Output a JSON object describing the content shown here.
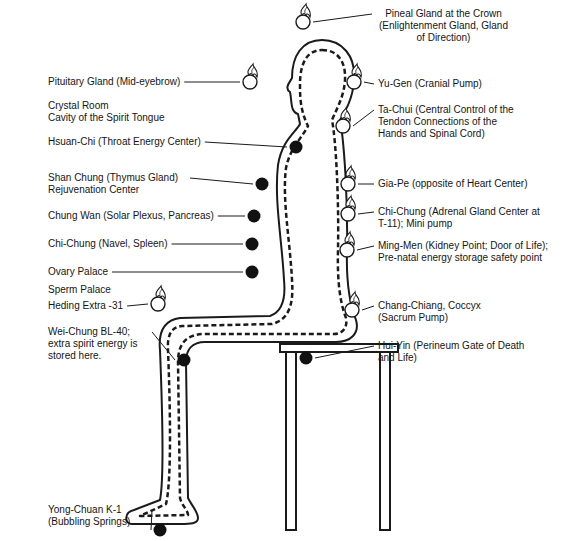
{
  "diagram": {
    "labels": [
      "Pituitary Gland (Mid-eyebrow)",
      "Crystal Room",
      "Cavity of the Spirit Tongue",
      "Hsuan-Chi (Throat Energy Center)",
      "Shan Chung (Thymus Gland) Rejuvenation Center",
      "Chung Wan (Solar Plexus, Pancreas)",
      "Chi-Chung (Navel, Spleen)",
      "Ovary Palace",
      "Sperm Palace",
      "Heding Extra -31",
      "Wei-Chung BL-40; extra spirit energy is stored here.",
      "Yong-Chuan K-1 (Bubbling Springs)",
      "Pineal Gland at the Crown (Enlightenment Gland, Gland of Direction)",
      "Yu-Gen (Cranial Pump)",
      "Ta-Chui (Central Control of the Tendon Connections of the Hands and Spinal Cord)",
      "Gia-Pe (opposite of Heart Center)",
      "Chi-Chung (Adrenal Gland Center at T-11); Mini pump",
      "Ming-Men (Kidney Point; Door of Life); Pre-natal energy storage safety point",
      "Chang-Chiang, Coccyx (Sacrum Pump)",
      "Hui-Yin (Perineum Gate of Death and Life)"
    ]
  }
}
